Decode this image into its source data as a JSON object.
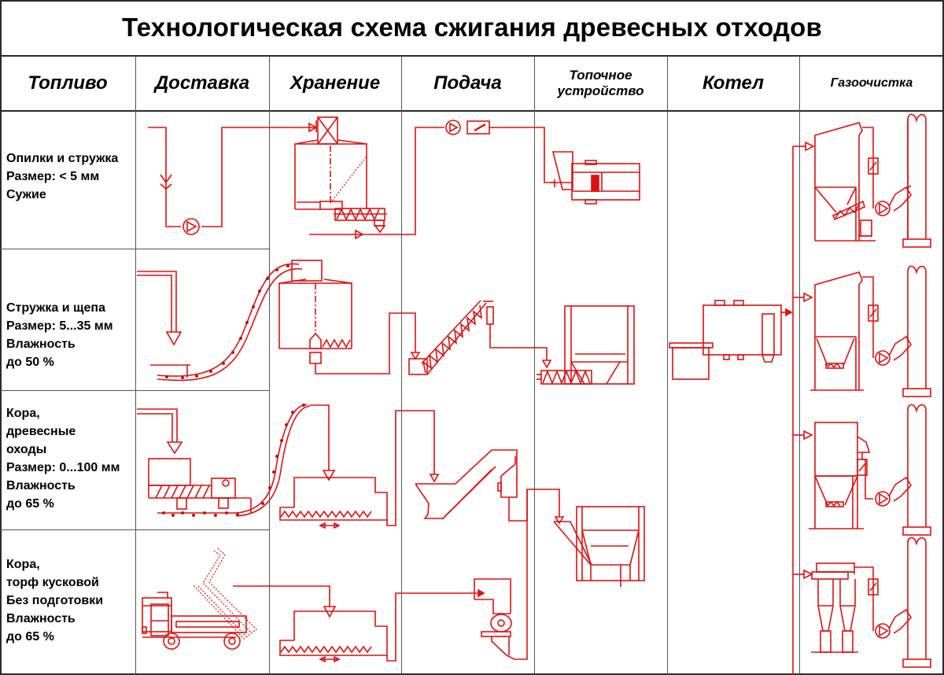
{
  "title": "Технологическая схема сжигания древесных отходов",
  "columns": [
    {
      "label": "Топливо"
    },
    {
      "label": "Доставка"
    },
    {
      "label": "Хранение"
    },
    {
      "label": "Подача"
    },
    {
      "label_line1": "Топочное",
      "label_line2": "устройство"
    },
    {
      "label": "Котел"
    },
    {
      "label": "Газоочистка"
    }
  ],
  "fuels": [
    {
      "lines": [
        "Опилки и стружка",
        "Размер: < 5 мм",
        "Сужие"
      ]
    },
    {
      "lines": [
        "Стружка и щепа",
        "Размер: 5...35 мм",
        "Влажность",
        "до 50 %"
      ]
    },
    {
      "lines": [
        "Кора,",
        "древесные",
        "оходы",
        "Размер: 0...100 мм",
        "Влажность",
        "до 65 %"
      ]
    },
    {
      "lines": [
        "Кора,",
        "торф кусковой",
        "Без подготовки",
        "Влажность",
        "до 65 %"
      ]
    }
  ],
  "colors": {
    "line": "#e01010",
    "grid": "#555555",
    "text": "#000000"
  },
  "icons": [
    "pneumatic-pipe",
    "fan-icon",
    "bin-icon",
    "screw-conveyor-icon",
    "rotary-valve-icon",
    "throttle-valve-icon",
    "pneumatic-burner-icon",
    "belt-conveyor-icon",
    "inclined-screw-icon",
    "furnace-icon",
    "hopper-icon",
    "scraper-floor-icon",
    "bucket-elevator-icon",
    "crusher-icon",
    "dump-truck-icon",
    "boiler-icon",
    "filter-icon",
    "cyclone-icon",
    "chimney-icon"
  ]
}
